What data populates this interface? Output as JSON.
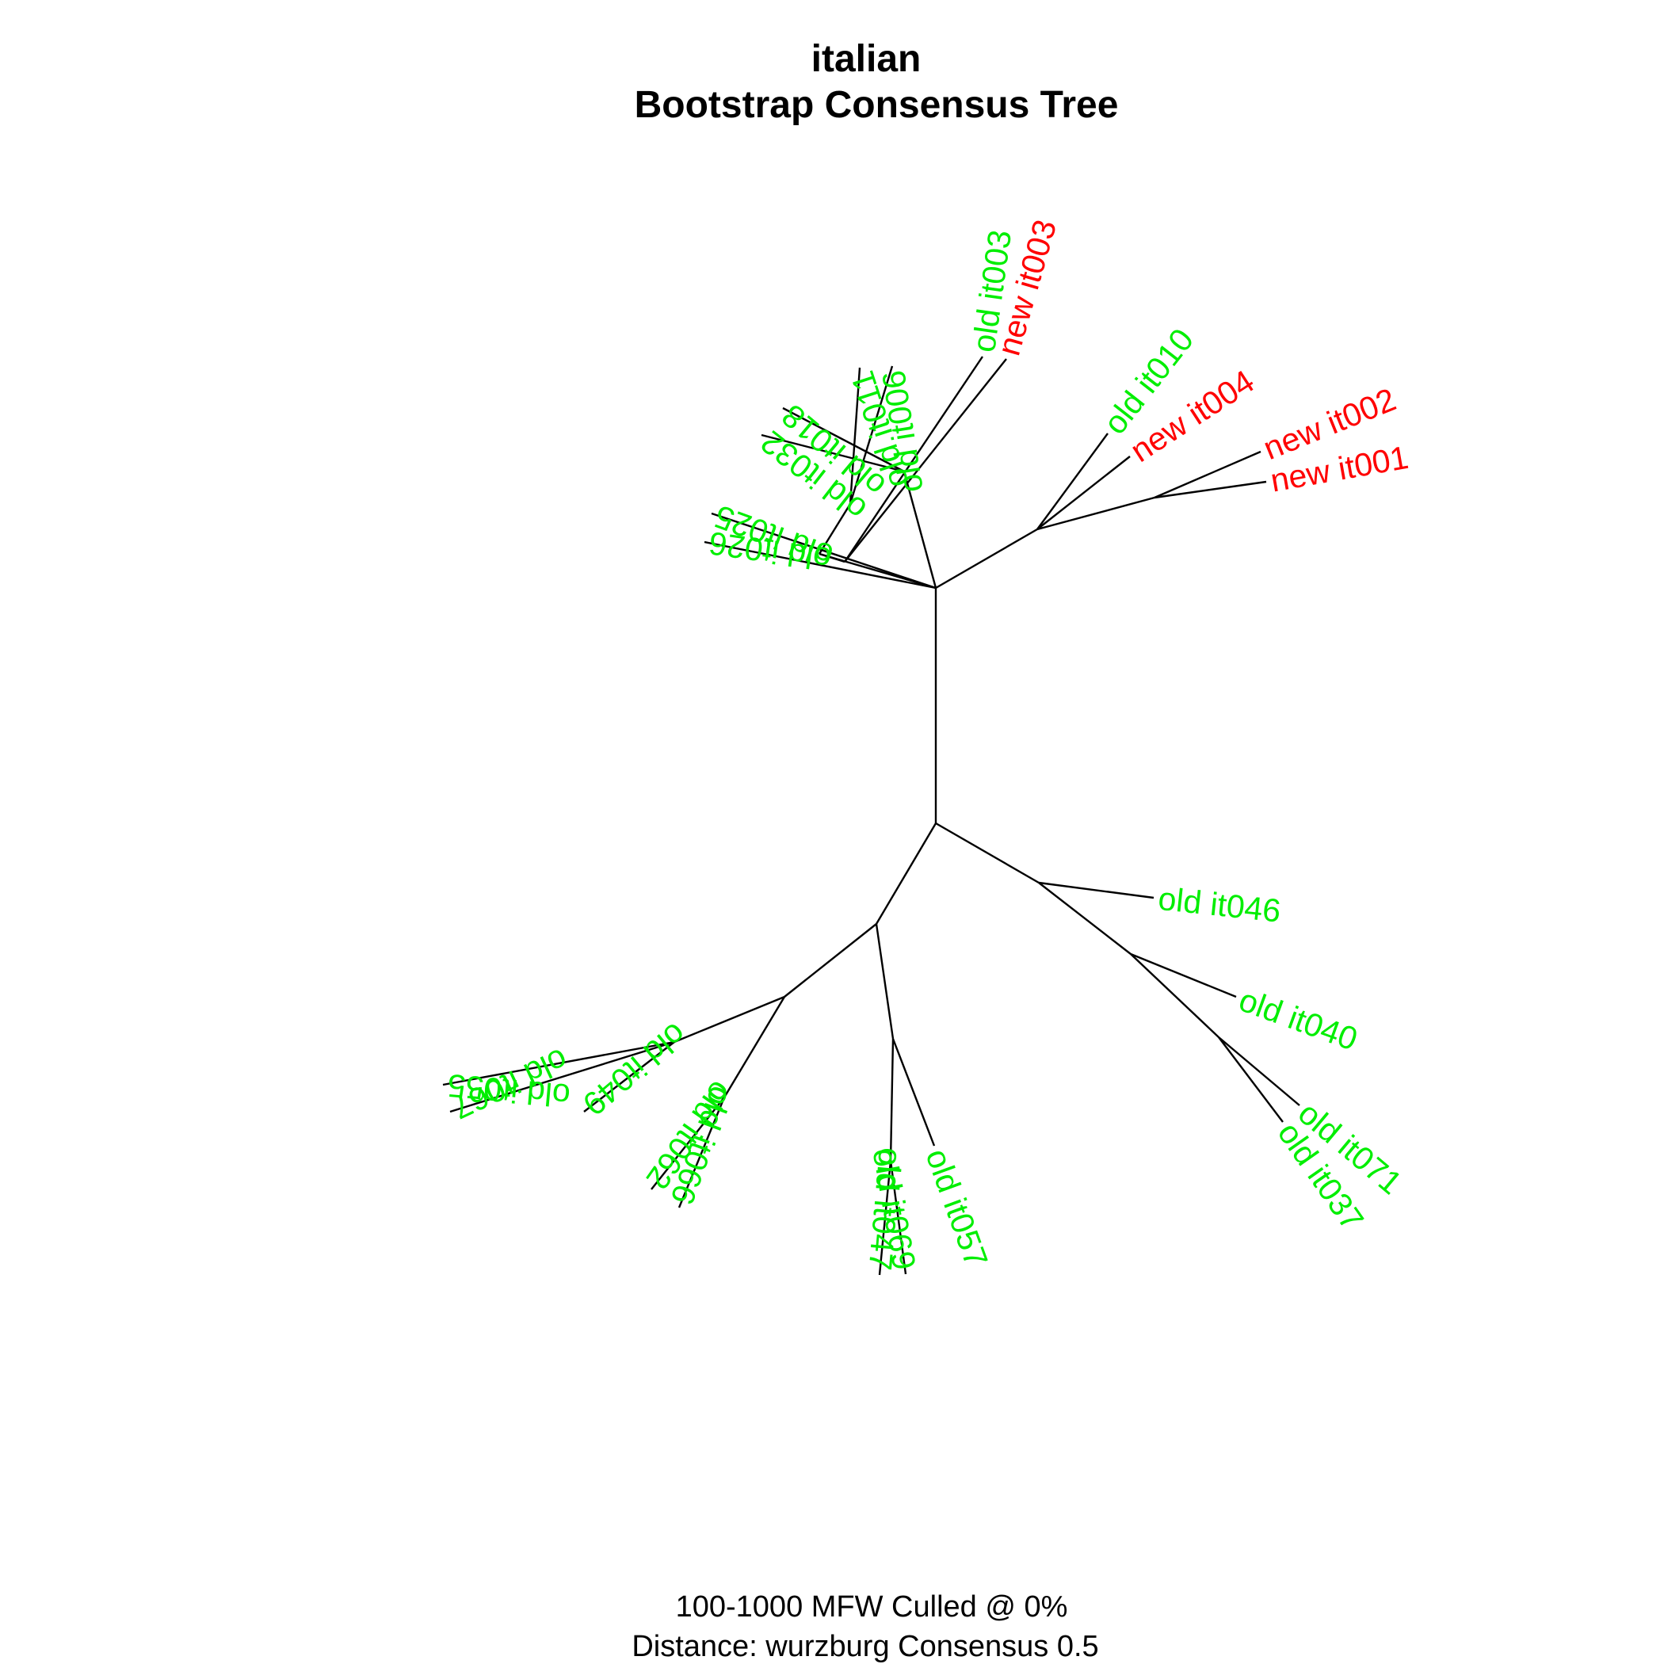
{
  "title": "italian",
  "subtitle": "Bootstrap Consensus Tree",
  "caption_line1": "100-1000 MFW  Culled @ 0%",
  "caption_line2": "Distance: wurzburg Consensus 0.5",
  "colors": {
    "old": "#00ee00",
    "new": "#ff0000",
    "edge": "#000000"
  },
  "tips": [
    {
      "id": "new_it003",
      "label": "new it003",
      "group": "new"
    },
    {
      "id": "old_it003",
      "label": "old it003",
      "group": "old"
    },
    {
      "id": "old_it006",
      "label": "old it006",
      "group": "old"
    },
    {
      "id": "old_it011",
      "label": "old it011",
      "group": "old"
    },
    {
      "id": "old_it018",
      "label": "old it018",
      "group": "old"
    },
    {
      "id": "old_it032",
      "label": "old it032",
      "group": "old"
    },
    {
      "id": "old_it025",
      "label": "old it025",
      "group": "old"
    },
    {
      "id": "old_it026",
      "label": "old it026",
      "group": "old"
    },
    {
      "id": "old_it010",
      "label": "old it010",
      "group": "old"
    },
    {
      "id": "new_it004",
      "label": "new it004",
      "group": "new"
    },
    {
      "id": "new_it002",
      "label": "new it002",
      "group": "new"
    },
    {
      "id": "new_it001",
      "label": "new it001",
      "group": "new"
    },
    {
      "id": "old_it046",
      "label": "old it046",
      "group": "old"
    },
    {
      "id": "old_it040",
      "label": "old it040",
      "group": "old"
    },
    {
      "id": "old_it071",
      "label": "old it071",
      "group": "old"
    },
    {
      "id": "old_it037",
      "label": "old it037",
      "group": "old"
    },
    {
      "id": "old_it055",
      "label": "old it055",
      "group": "old"
    },
    {
      "id": "old_it067",
      "label": "old it067",
      "group": "old"
    },
    {
      "id": "old_it049",
      "label": "old it049",
      "group": "old"
    },
    {
      "id": "old_it062",
      "label": "old it062",
      "group": "old"
    },
    {
      "id": "old_it066",
      "label": "old it066",
      "group": "old"
    },
    {
      "id": "old_it047",
      "label": "old it047",
      "group": "old"
    },
    {
      "id": "old_it069",
      "label": "old it069",
      "group": "old"
    },
    {
      "id": "old_it057",
      "label": "old it057",
      "group": "old"
    }
  ]
}
